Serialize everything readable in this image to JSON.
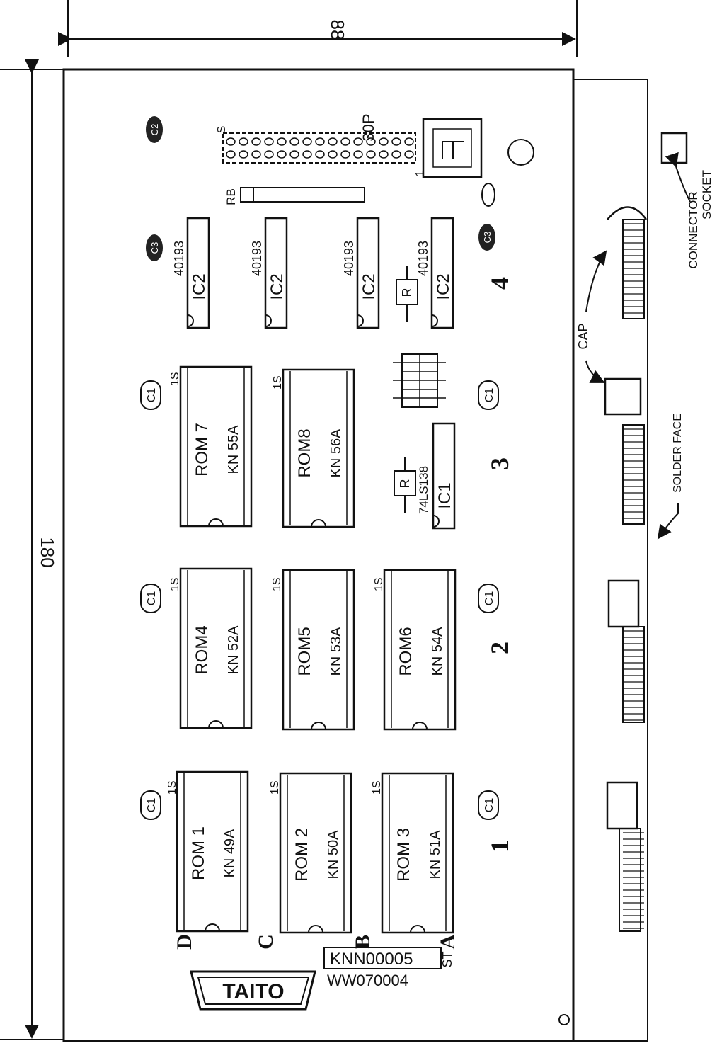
{
  "dimensions": {
    "width_label": "88",
    "height_label": "180"
  },
  "roms": [
    {
      "name": "ROM 1",
      "part": "KN 49A"
    },
    {
      "name": "ROM 2",
      "part": "KN 50A"
    },
    {
      "name": "ROM 3",
      "part": "KN 51A"
    },
    {
      "name": "ROM4",
      "part": "KN 52A"
    },
    {
      "name": "ROM5",
      "part": "KN 53A"
    },
    {
      "name": "ROM6",
      "part": "KN 54A"
    },
    {
      "name": "ROM 7",
      "part": "KN 55A"
    },
    {
      "name": "ROM8",
      "part": "KN 56A"
    }
  ],
  "pin1_marker": "1S",
  "counter_ics": [
    {
      "part": "40193",
      "label": "IC2"
    },
    {
      "part": "40193",
      "label": "IC2"
    },
    {
      "part": "40193",
      "label": "IC2"
    },
    {
      "part": "40193",
      "label": "IC2"
    }
  ],
  "decoder_ic": {
    "part": "74LS138",
    "label": "IC1"
  },
  "capacitors": {
    "c1": "C1",
    "c2": "C2",
    "c3": "C3"
  },
  "resistor": "R",
  "resistor_network": "RB",
  "connector": {
    "label": "30P",
    "pin_s": "S",
    "pin_1": "1"
  },
  "columns": [
    "1",
    "2",
    "3",
    "4"
  ],
  "rows": [
    "A",
    "B",
    "C",
    "D"
  ],
  "callouts": {
    "connector_socket": [
      "CONNECTOR",
      "SOCKET"
    ],
    "cap": "CAP",
    "solder_face": "SOLDER FACE",
    "st": "ST"
  },
  "board_codes": [
    "KNN00005",
    "WW070004"
  ],
  "brand": "TAITO"
}
